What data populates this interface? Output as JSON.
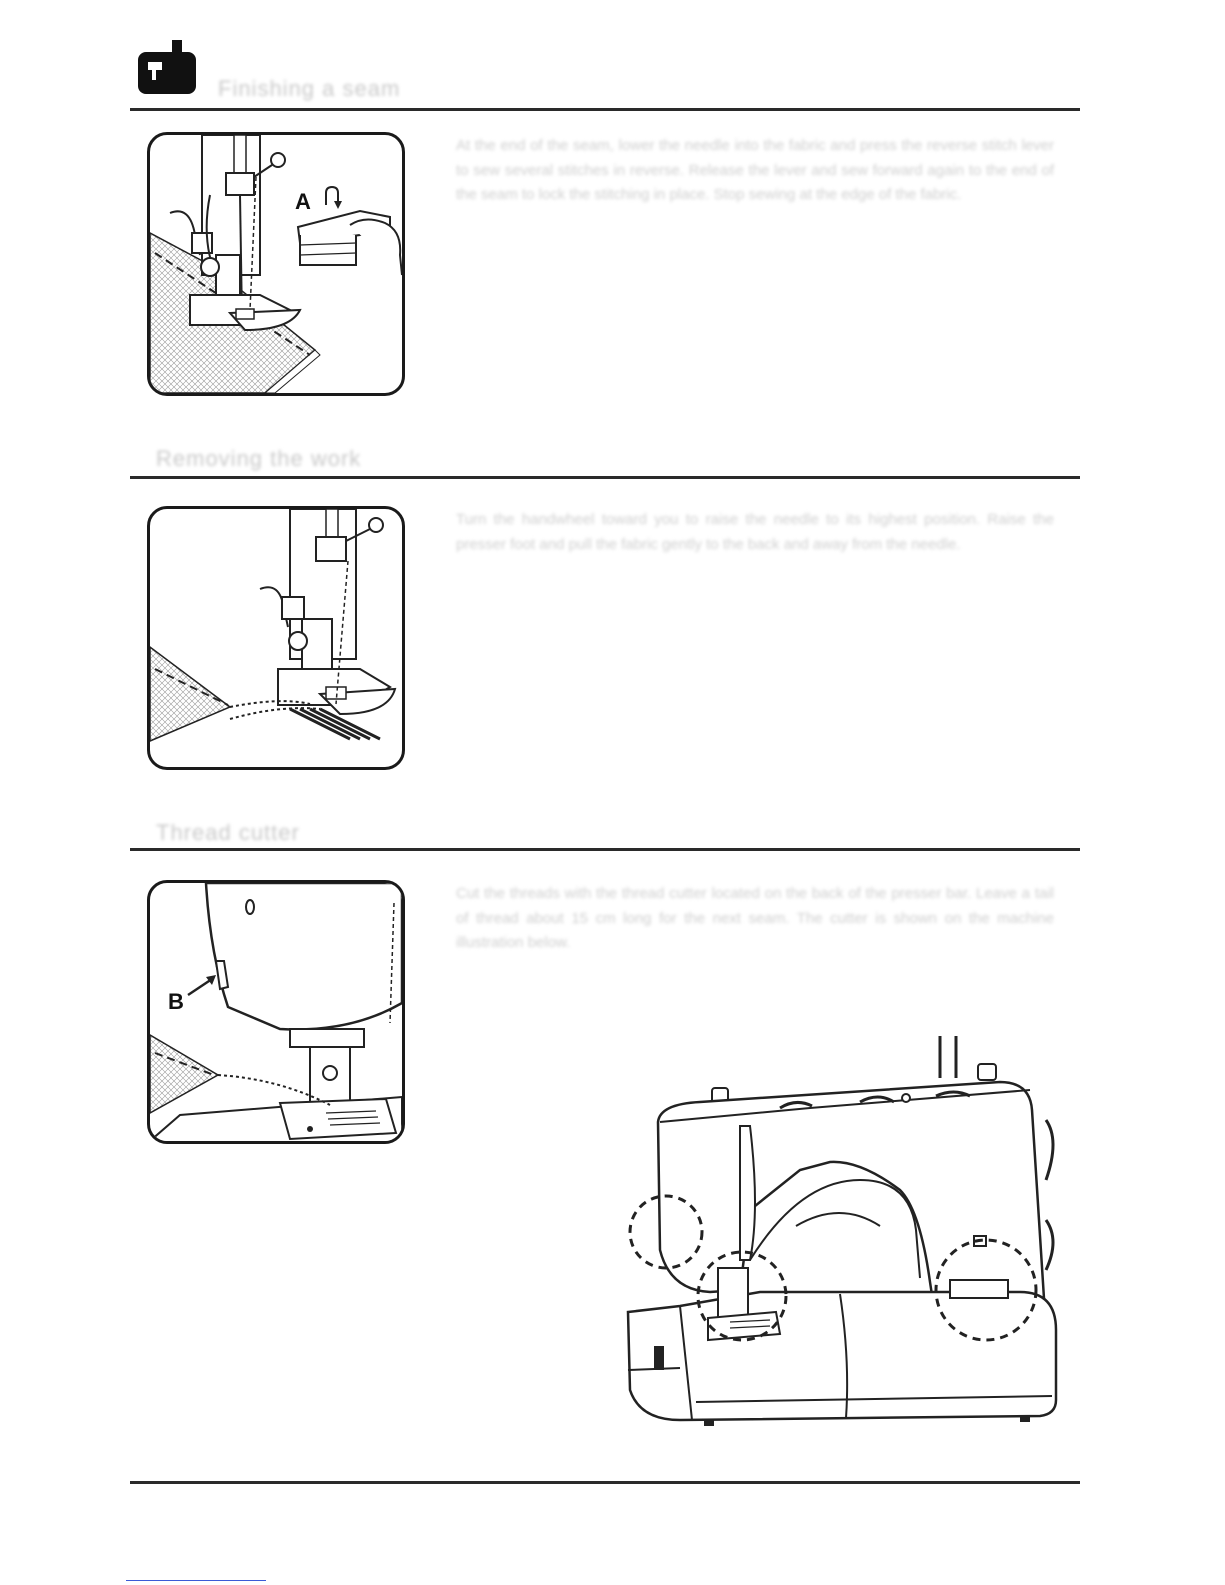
{
  "header": {
    "icon": "sewing-machine-icon",
    "section1_title": "Finishing a seam",
    "section2_title": "Removing the work",
    "section3_title": "Thread cutter"
  },
  "section1": {
    "text": "At the end of the seam, lower the needle into the fabric and press the reverse stitch lever to sew several stitches in reverse. Release the lever and sew forward again to the end of the seam to lock the stitching in place. Stop sewing at the edge of the fabric.",
    "label_a": "A"
  },
  "section2": {
    "text": "Turn the handwheel toward you to raise the needle to its highest position. Raise the presser foot and pull the fabric gently to the back and away from the needle."
  },
  "section3": {
    "text": "Cut the threads with the thread cutter located on the back of the presser bar. Leave a tail of thread about 15 cm long for the next seam. The cutter is shown on the machine illustration below.",
    "label_b": "B"
  },
  "colors": {
    "rule": "#2a2a2a",
    "ink": "#111111",
    "faded_text": "#cfcfcf"
  }
}
